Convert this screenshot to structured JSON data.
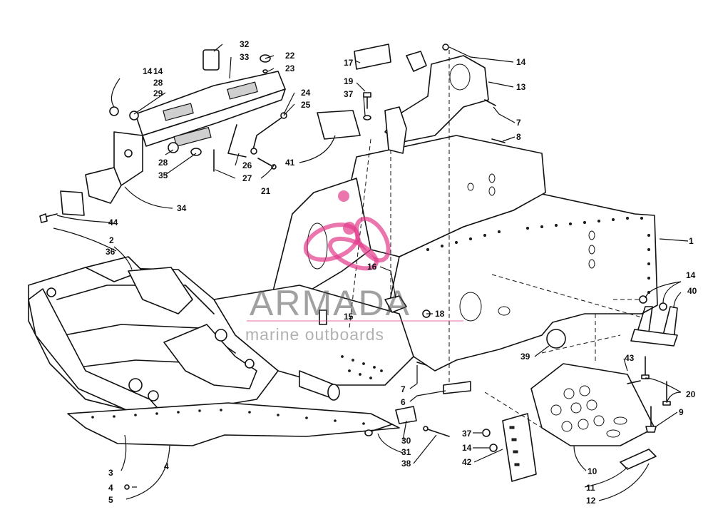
{
  "watermark": {
    "title": "ARMADA",
    "subtitle": "marine outboards",
    "logo": "armada-propeller-logo",
    "accent_color": "#e23c8c"
  },
  "labels": [
    "1",
    "2",
    "36",
    "3",
    "4",
    "4",
    "5",
    "6",
    "7",
    "7",
    "8",
    "9",
    "10",
    "11",
    "12",
    "13",
    "14",
    "14",
    "14",
    "14",
    "15",
    "16",
    "17",
    "18",
    "19",
    "37",
    "20",
    "21",
    "22",
    "23",
    "24",
    "25",
    "26",
    "27",
    "28",
    "29",
    "28",
    "35",
    "30",
    "31",
    "38",
    "32",
    "33",
    "34",
    "37",
    "14",
    "42",
    "39",
    "40",
    "41",
    "43",
    "44"
  ]
}
